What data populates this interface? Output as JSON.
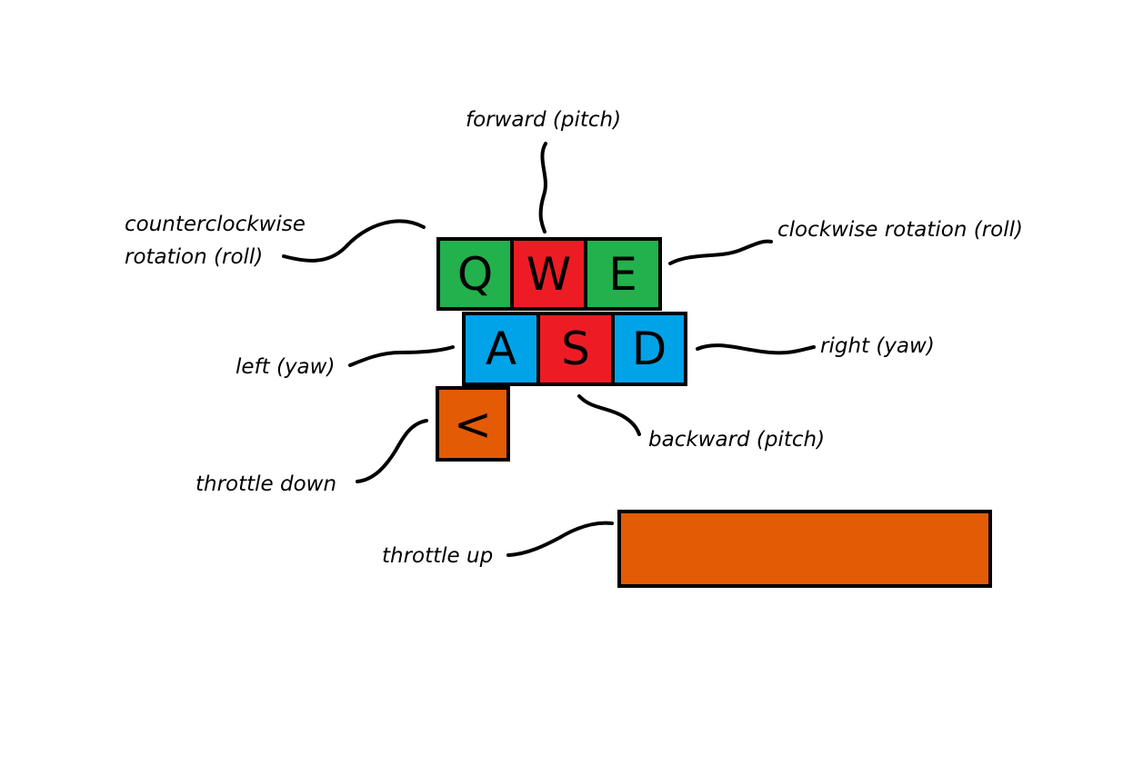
{
  "colors": {
    "green": "#22b14c",
    "red": "#ed1c24",
    "blue": "#00a2e8",
    "orange": "#e35b05",
    "border": "#000000"
  },
  "keys": {
    "q": "Q",
    "w": "W",
    "e": "E",
    "a": "A",
    "s": "S",
    "d": "D",
    "less_than": "<",
    "spacebar": ""
  },
  "labels": {
    "forward": "forward (pitch)",
    "counterclockwise_line1": "counterclockwise",
    "counterclockwise_line2": "rotation (roll)",
    "clockwise": "clockwise rotation (roll)",
    "left": "left (yaw)",
    "right": "right (yaw)",
    "backward": "backward (pitch)",
    "throttle_down": "throttle down",
    "throttle_up": "throttle up"
  }
}
